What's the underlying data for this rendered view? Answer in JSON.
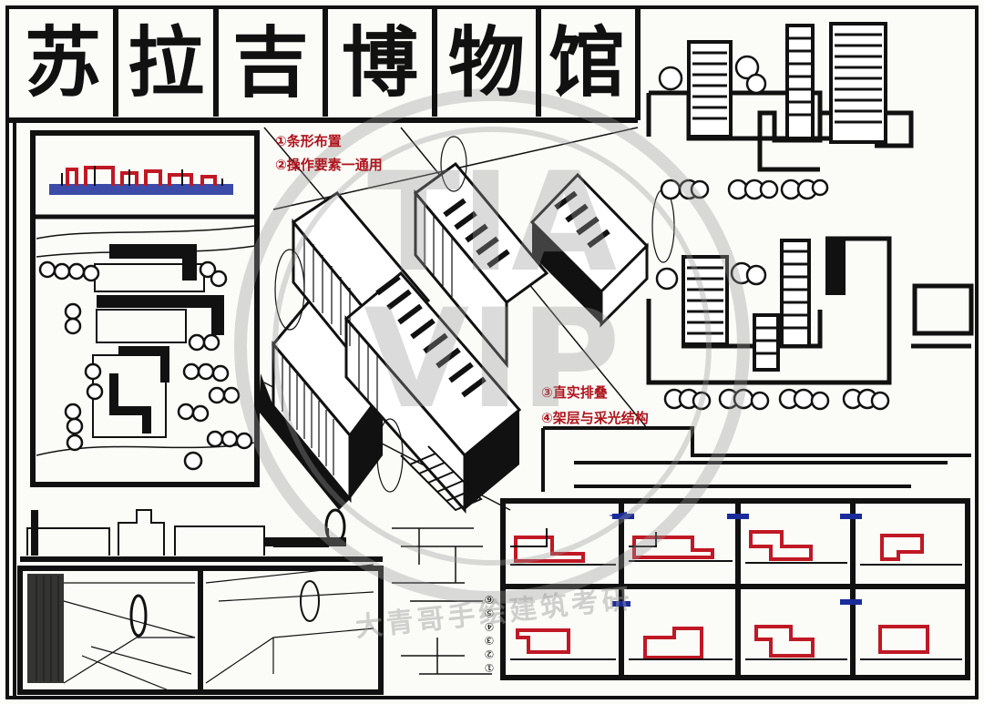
{
  "title": {
    "chars": [
      "苏",
      "拉",
      "吉",
      "博",
      "物",
      "馆"
    ]
  },
  "notes": {
    "top": [
      "①条形布置",
      "②操作要素一通用"
    ],
    "middle": [
      "③直实排叠",
      "④架层与采光结构"
    ]
  },
  "side_label": "①②③④⑤⑥",
  "watermark": {
    "big": "TIA VIP",
    "ring": "大青哥手绘建筑考研"
  },
  "colors": {
    "ink": "#111111",
    "red": "#c01824",
    "blue": "#1a2b9a",
    "paper": "#fbfbf8",
    "watermark": "#9a9a9a"
  }
}
